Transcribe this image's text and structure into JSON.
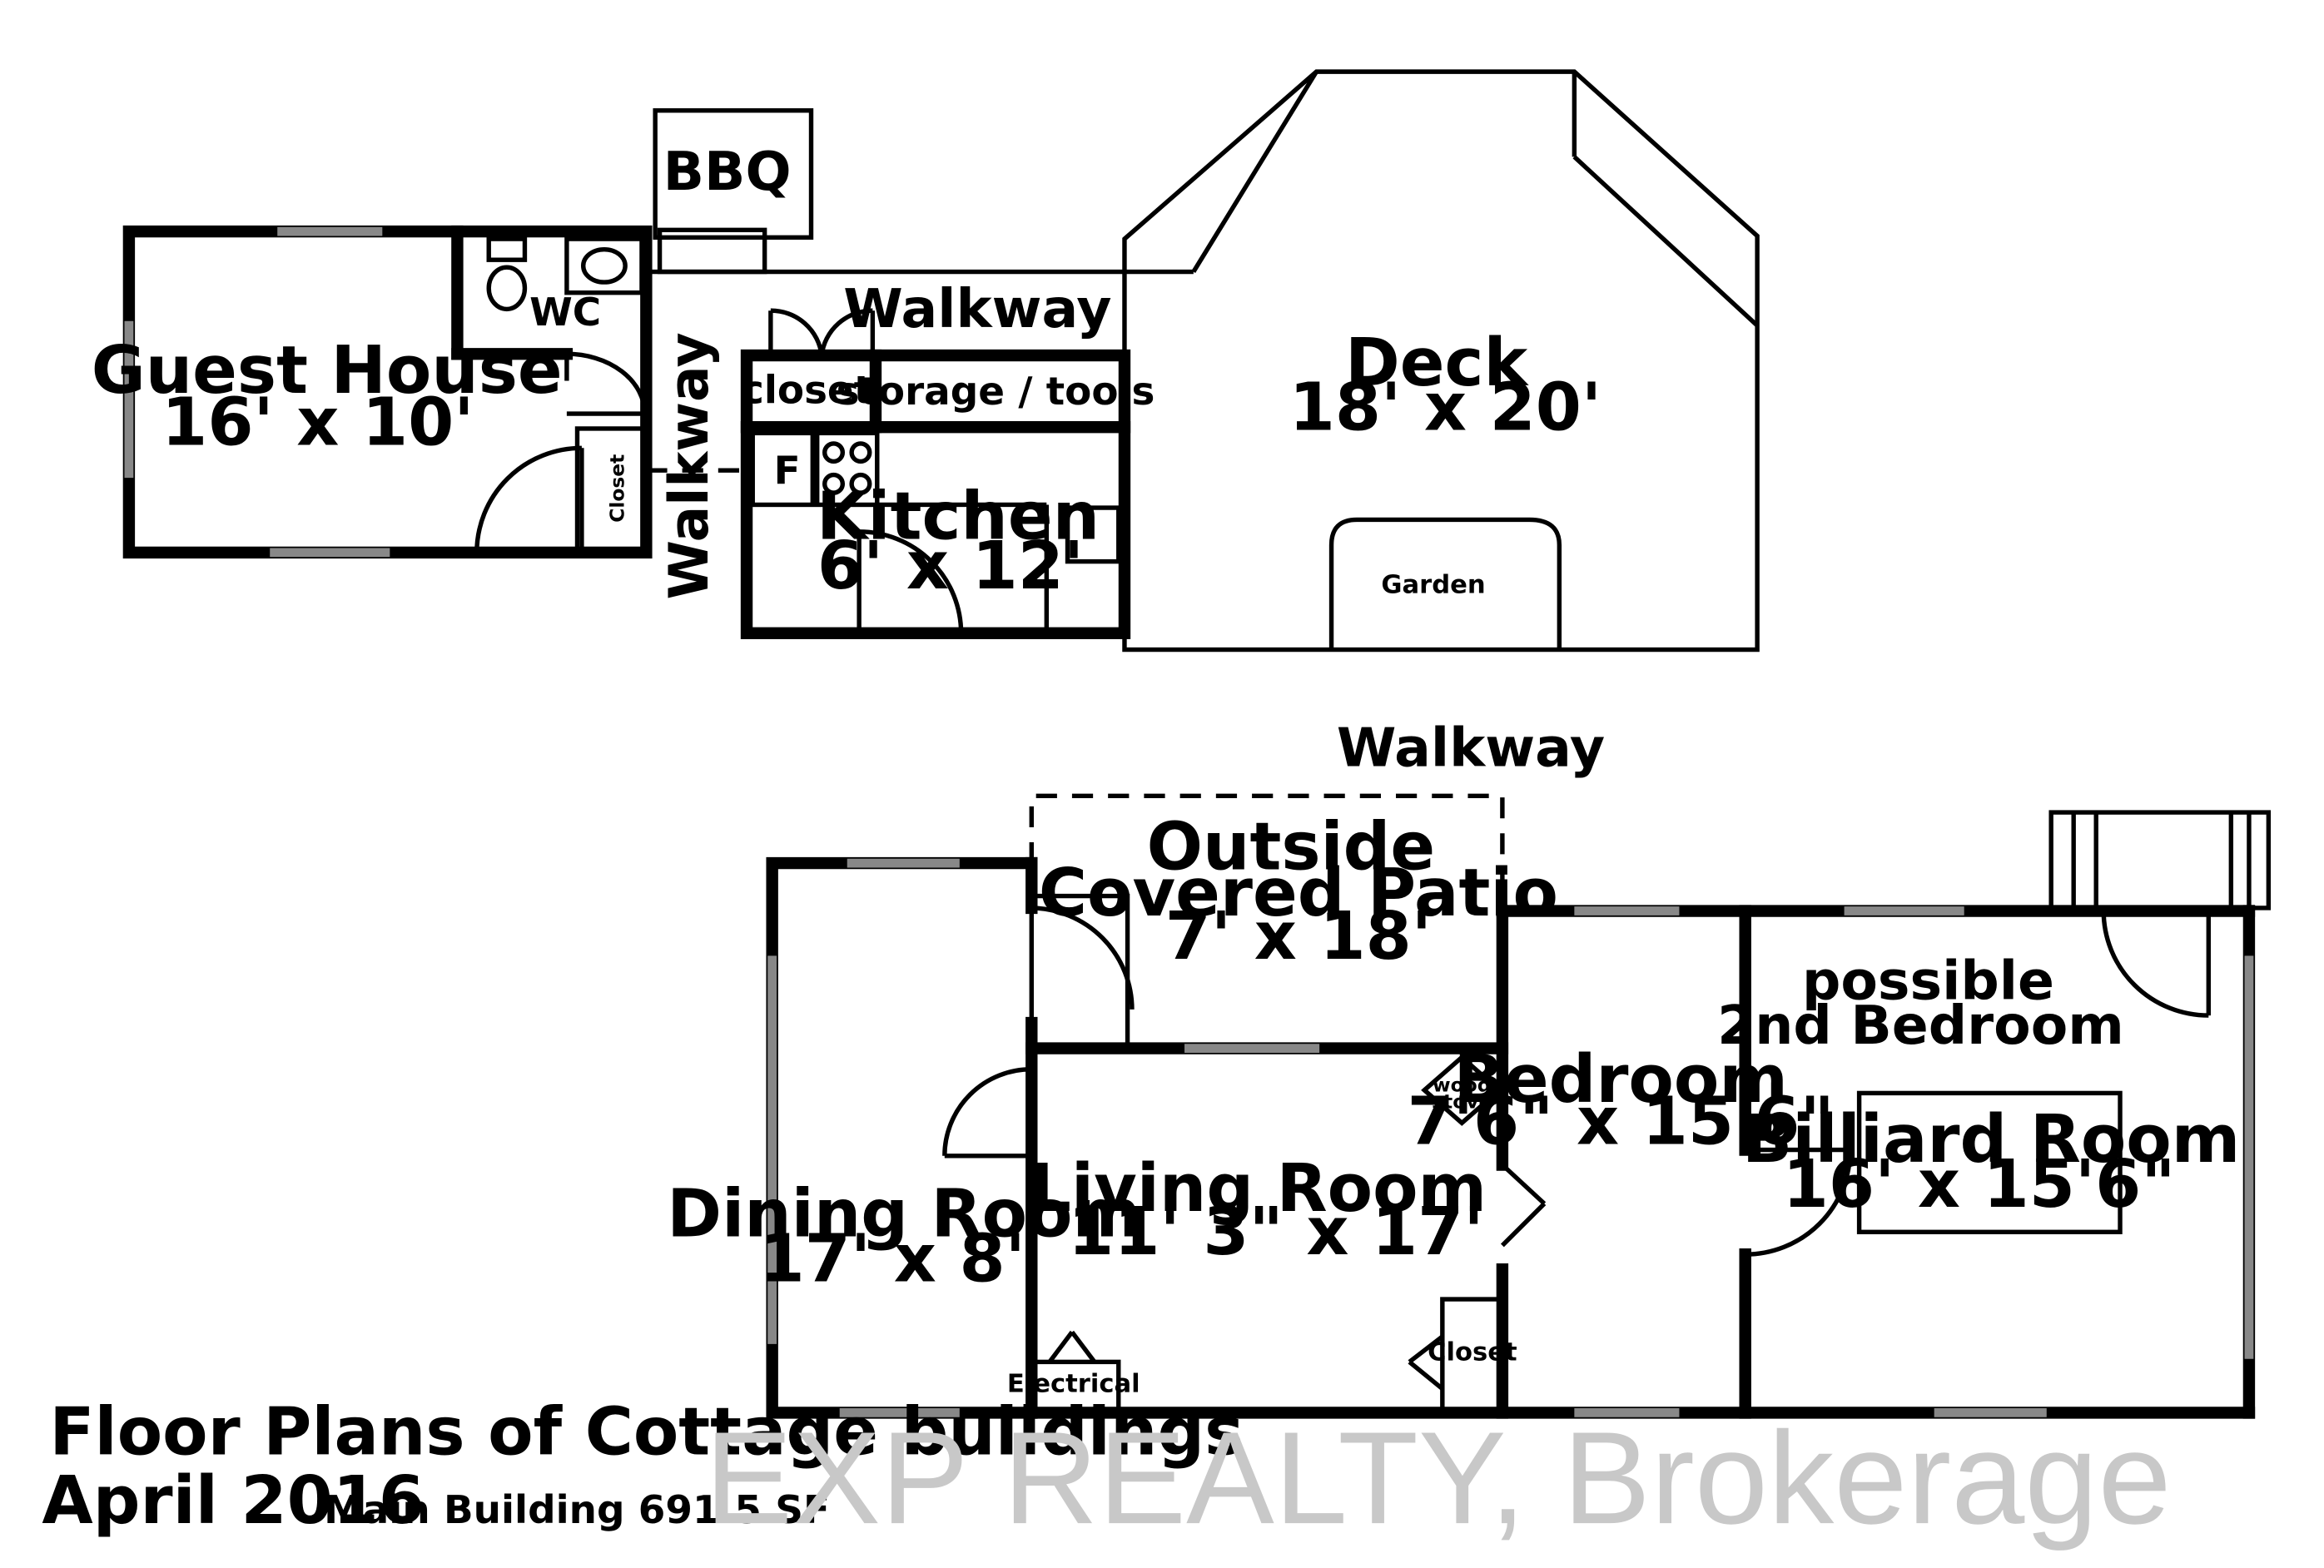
{
  "labels": {
    "bbq": "BBQ",
    "wc": "WC",
    "guest_house": "Guest House",
    "guest_house_dim": "16' x 10'",
    "closet_vertical": "Closet",
    "walkway_vertical": "Walkway",
    "closet_top": "closet",
    "walkway_top": "Walkway",
    "storage": "storage / tools",
    "fridge": "F",
    "kitchen": "Kitchen",
    "kitchen_dim": "6' x 12'",
    "deck": "Deck",
    "deck_dim": "18' x 20'",
    "garden": "Garden",
    "walkway_main": "Walkway",
    "patio_1": "Outside",
    "patio_2": "Covered Patio",
    "patio_dim": "7' x 18'",
    "possible": "possible",
    "second_bedroom": "2nd Bedroom",
    "wood_1": "wood",
    "wood_2": "stove",
    "bedroom": "Bedroom",
    "bedroom_dim": "7'6\" x 15'6\"",
    "billiard": "Billiard Room",
    "billiard_dim": "16' x 15'6\"",
    "living": "Living Room",
    "living_dim": "11' 3\" x 17'",
    "dining": "Dining Room",
    "dining_dim": "17' x 8'",
    "closet_small": "Closet",
    "electrical": "Electrical",
    "footer_title": "Floor Plans of Cottage buildings",
    "footer_date": "April 2016",
    "footer_sf": "Main Building 691.5 SF",
    "watermark": "EXP REALTY, Brokerage"
  }
}
